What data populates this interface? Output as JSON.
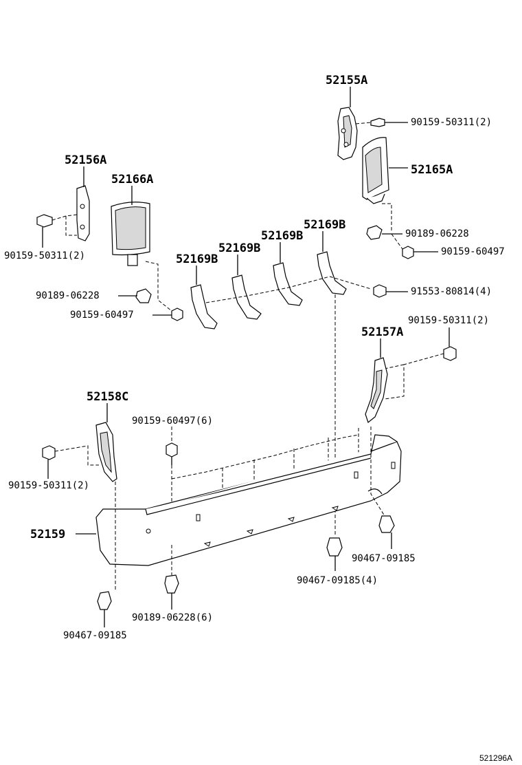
{
  "diagram_id": "521296A",
  "labels": {
    "p52155A": "52155A",
    "p90159_50311_top": "90159-50311(2)",
    "p52165A": "52165A",
    "p52156A": "52156A",
    "p52166A": "52166A",
    "p90159_50311_left": "90159-50311(2)",
    "p90189_06228_right": "90189-06228",
    "p90159_60497_right": "90159-60497",
    "p52169B_1": "52169B",
    "p52169B_2": "52169B",
    "p52169B_3": "52169B",
    "p52169B_4": "52169B",
    "p90189_06228_left": "90189-06228",
    "p91553_80814": "91553-80814(4)",
    "p90159_60497_left": "90159-60497",
    "p90159_50311_mid": "90159-50311(2)",
    "p52157A": "52157A",
    "p52158C": "52158C",
    "p90159_60497_6": "90159-60497(6)",
    "p90159_50311_bottom": "90159-50311(2)",
    "p52159": "52159",
    "p90467_09185_right": "90467-09185",
    "p90467_09185_4": "90467-09185(4)",
    "p90189_06228_6": "90189-06228(6)",
    "p90467_09185_left": "90467-09185"
  }
}
